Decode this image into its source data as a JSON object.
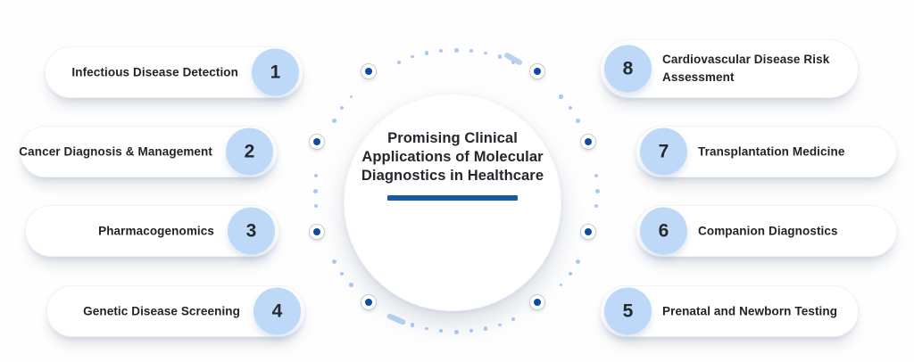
{
  "title": {
    "lines": [
      "Promising Clinical",
      "Applications of Molecular",
      "Diagnostics in Healthcare"
    ]
  },
  "left_items": [
    {
      "number": "1",
      "label": "Infectious Disease Detection"
    },
    {
      "number": "2",
      "label": "Cancer Diagnosis & Management"
    },
    {
      "number": "3",
      "label": "Pharmacogenomics"
    },
    {
      "number": "4",
      "label": "Genetic Disease Screening"
    }
  ],
  "right_items": [
    {
      "number": "8",
      "label": "Cardiovascular Disease Risk Assessment"
    },
    {
      "number": "7",
      "label": "Transplantation Medicine"
    },
    {
      "number": "6",
      "label": "Companion Diagnostics"
    },
    {
      "number": "5",
      "label": "Prenatal and Newborn Testing"
    }
  ],
  "colors": {
    "node_dark_blue": "#0d4da1",
    "number_circle_blue": "#bed9f7",
    "ring_dot_blue": "#a9c9f1",
    "underline_blue": "#1859a8"
  }
}
